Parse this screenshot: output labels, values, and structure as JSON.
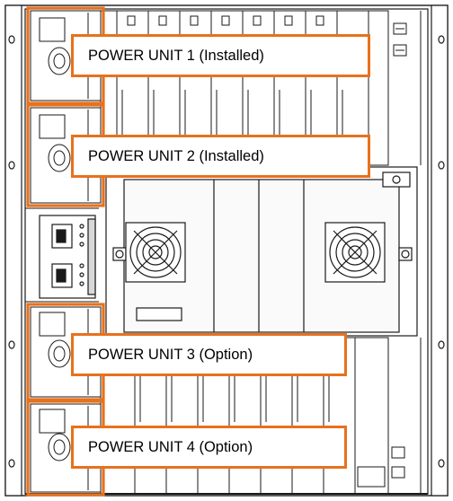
{
  "colors": {
    "highlight": "#e8711c",
    "line": "#1a1a1a",
    "panel_fill": "#ffffff",
    "shade": "#d8d8d8"
  },
  "callouts": {
    "unit1": "POWER UNIT 1 (Installed)",
    "unit2": "POWER UNIT 2 (Installed)",
    "unit3": "POWER UNIT 3 (Option)",
    "unit4": "POWER UNIT 4 (Option)"
  }
}
